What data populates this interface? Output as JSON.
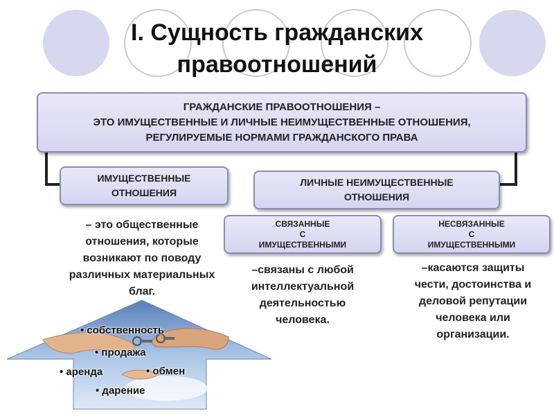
{
  "title": {
    "line1": "I. Сущность гражданских",
    "line2": "правоотношений"
  },
  "definition": {
    "line1": "ГРАЖДАНСКИЕ ПРАВООТНОШЕНИЯ –",
    "line2": "это имущественные и личные неимущественные отношения,",
    "line3": "регулируемые нормами гражданского права"
  },
  "property_relations": {
    "line1": "ИМУЩЕСТВЕННЫЕ",
    "line2": "ОТНОШЕНИЯ",
    "description": "– это общественные отношения, которые возникают по поводу различных материальных благ."
  },
  "personal_relations": {
    "line1": "ЛИЧНЫЕ НЕИМУЩЕСТВЕННЫЕ",
    "line2": "ОТНОШЕНИЯ"
  },
  "related": {
    "line1": "СВЯЗАННЫЕ",
    "line2": "С",
    "line3": "ИМУЩЕСТВЕННЫМИ",
    "description": "–связаны с любой интеллектуальной деятельностью человека."
  },
  "unrelated": {
    "line1": "НЕСВЯЗАННЫЕ",
    "line2": "С",
    "line3": "ИМУЩЕСТВЕННЫМИ",
    "description": "–касаются защиты чести, достоинства и деловой репутации человека или организации."
  },
  "house_items": [
    "• собственность",
    "• продажа",
    "• аренда",
    "• обмен",
    "• дарение"
  ],
  "colors": {
    "circle_fill": "#d8d7f0",
    "circle_stroke": "#c8c8d8",
    "box_fill": "#dcdbf2",
    "box_border": "#8c8bb8",
    "connector": "#222222"
  }
}
